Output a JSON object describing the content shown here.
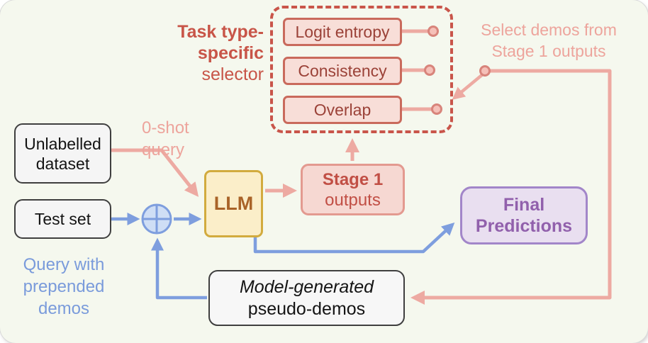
{
  "selector": {
    "title_line1": "Task type-",
    "title_line2": "specific",
    "title_line3": "selector",
    "metrics": [
      {
        "label": "Logit entropy"
      },
      {
        "label": "Consistency"
      },
      {
        "label": "Overlap"
      }
    ]
  },
  "annotations": {
    "select_demos_line1": "Select demos from",
    "select_demos_line2": "Stage 1 outputs",
    "zero_shot_line1": "0-shot",
    "zero_shot_line2": "query",
    "query_line1": "Query with",
    "query_line2": "prepended",
    "query_line3": "demos"
  },
  "nodes": {
    "unlabelled_dataset": {
      "line1": "Unlabelled",
      "line2": "dataset"
    },
    "test_set": {
      "label": "Test set"
    },
    "llm": {
      "label": "LLM"
    },
    "stage1": {
      "line1": "Stage 1",
      "line2": "outputs"
    },
    "final_predictions": {
      "line1": "Final",
      "line2": "Predictions"
    },
    "pseudo_demos": {
      "line1": "Model-generated",
      "line2": "pseudo-demos"
    }
  },
  "colors": {
    "background": "#f5f8ee",
    "salmon_line": "#edaaa2",
    "salmon_text": "#eda49c",
    "red_accent": "#c85548",
    "metric_text": "#9b4238",
    "metric_fill": "#f8ded8",
    "metric_border": "#c96a5c",
    "stage1_fill": "#f6d8d2",
    "stage1_text": "#c14f45",
    "llm_fill": "#fbeec9",
    "llm_border": "#d2ab3e",
    "llm_text": "#a96328",
    "purple_fill": "#e9dff0",
    "purple_text": "#9160ac",
    "blue": "#7e9ede",
    "node_fill": "#f5f5f5",
    "node_border": "#3f3f3f"
  }
}
